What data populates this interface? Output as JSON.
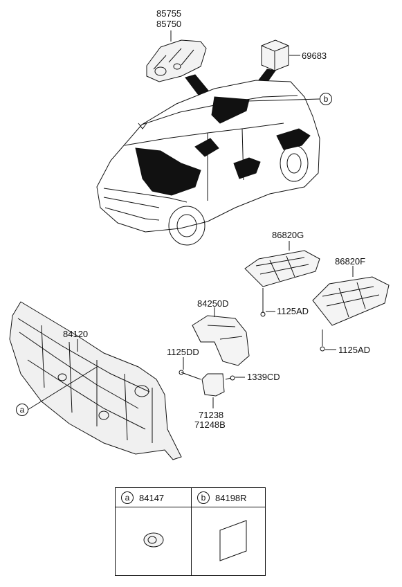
{
  "labels": {
    "p85755": "85755",
    "p85750": "85750",
    "p69683": "69683",
    "p86820G": "86820G",
    "p86820F": "86820F",
    "p84250D": "84250D",
    "p84120": "84120",
    "p1125AD_1": "1125AD",
    "p1125AD_2": "1125AD",
    "p1125DD": "1125DD",
    "p1339CD": "1339CD",
    "p71238": "71238",
    "p71248B": "71248B"
  },
  "callouts": {
    "a": "a",
    "b": "b"
  },
  "legend": {
    "a": {
      "key": "a",
      "part": "84147"
    },
    "b": {
      "key": "b",
      "part": "84198R"
    }
  }
}
